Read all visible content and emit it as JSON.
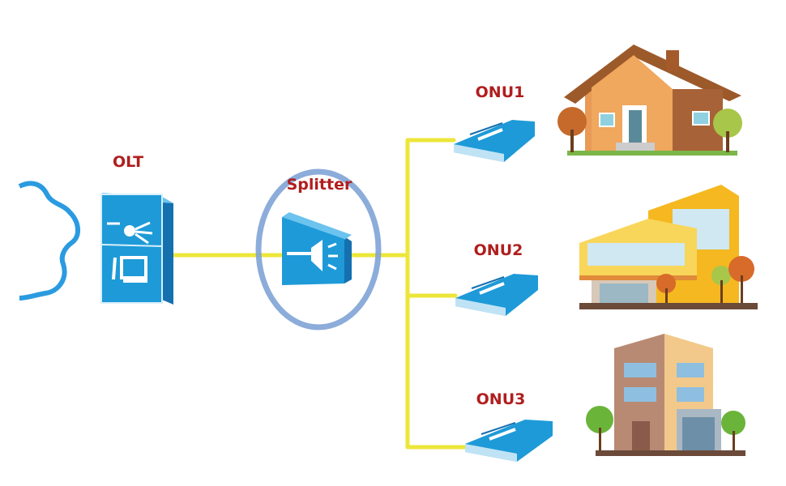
{
  "labels": {
    "olt": "OLT",
    "splitter": "Splitter",
    "onu1": "ONU1",
    "onu2": "ONU2",
    "onu3": "ONU3"
  },
  "colors": {
    "label": "#b01e1e",
    "fiber": "#ece63a",
    "device_blue": "#1e9ad8",
    "device_dark": "#1570b0",
    "ring": "#7fa3d6",
    "cloud": "#2a9be0"
  },
  "icons": [
    "cloud-icon",
    "olt-device-icon",
    "splitter-device-icon",
    "onu-device-icon",
    "house-icon",
    "office-building-icon",
    "apartment-building-icon"
  ]
}
